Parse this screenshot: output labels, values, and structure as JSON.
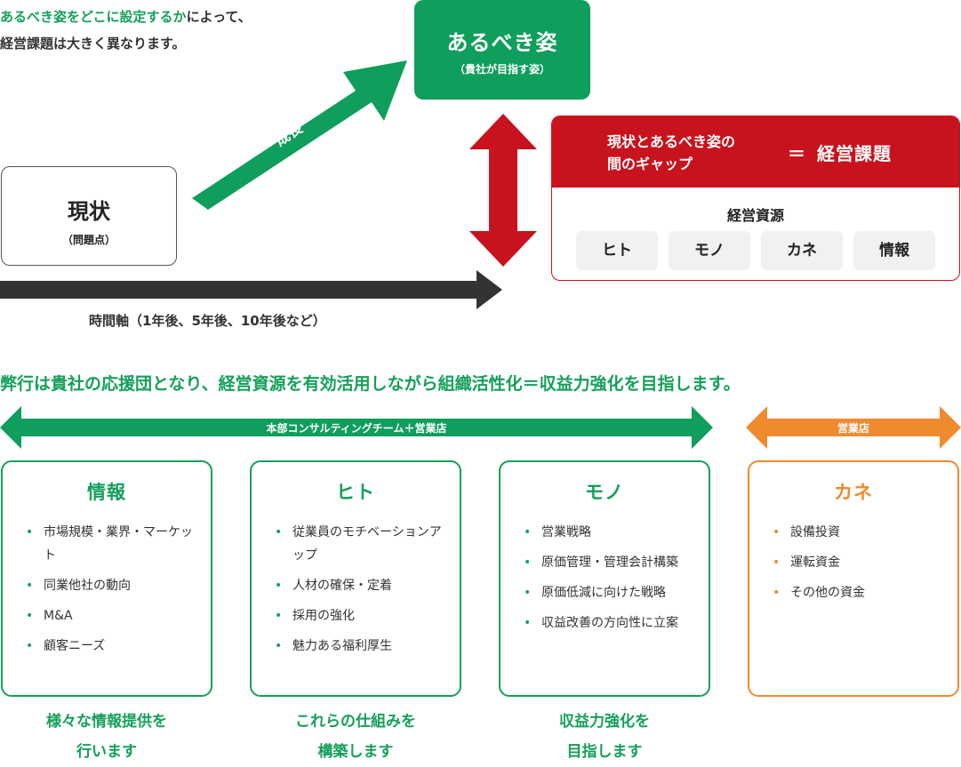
{
  "intro": {
    "line1_green": "あるべき姿をどこに設定するか",
    "line1_rest": "によって、",
    "line2": "経営課題は大きく異なります。"
  },
  "ideal": {
    "title": "あるべき姿",
    "subtitle": "（貴社が目指す姿）"
  },
  "growth_label": "成長",
  "current": {
    "title": "現状",
    "subtitle": "（問題点）"
  },
  "timeline_label": "時間軸（1年後、5年後、10年後など）",
  "gap": {
    "left_line1": "現状とあるべき姿の",
    "left_line2": "間のギャップ",
    "equals": "＝",
    "right": "経営課題",
    "resources_title": "経営資源",
    "resources": [
      "ヒト",
      "モノ",
      "カネ",
      "情報"
    ]
  },
  "mission": "弊行は貴社の応援団となり、経営資源を有効活用しながら組織活性化＝収益力強化を目指します。",
  "team_label": "本部コンサルティングチーム＋営業店",
  "branch_label": "営業店",
  "cards": [
    {
      "title": "情報",
      "items": [
        "市場規模・業界・マーケット",
        "同業他社の動向",
        "M&A",
        "顧客ニーズ"
      ]
    },
    {
      "title": "ヒト",
      "items": [
        "従業員のモチベーションアップ",
        "人材の確保・定着",
        "採用の強化",
        "魅力ある福利厚生"
      ]
    },
    {
      "title": "モノ",
      "items": [
        "営業戦略",
        "原価管理・管理会計構築",
        "原価低減に向けた戦略",
        "収益改善の方向性に立案"
      ]
    },
    {
      "title": "カネ",
      "items": [
        "設備投資",
        "運転資金",
        "その他の資金"
      ]
    }
  ],
  "captions": [
    {
      "line1": "様々な情報提供を",
      "line2": "行います"
    },
    {
      "line1": "これらの仕組みを",
      "line2": "構築します"
    },
    {
      "line1": "収益力強化を",
      "line2": "目指します"
    }
  ],
  "colors": {
    "green": "#0f9e5b",
    "red": "#c8121d",
    "orange": "#f08a2e",
    "dark": "#333333"
  }
}
